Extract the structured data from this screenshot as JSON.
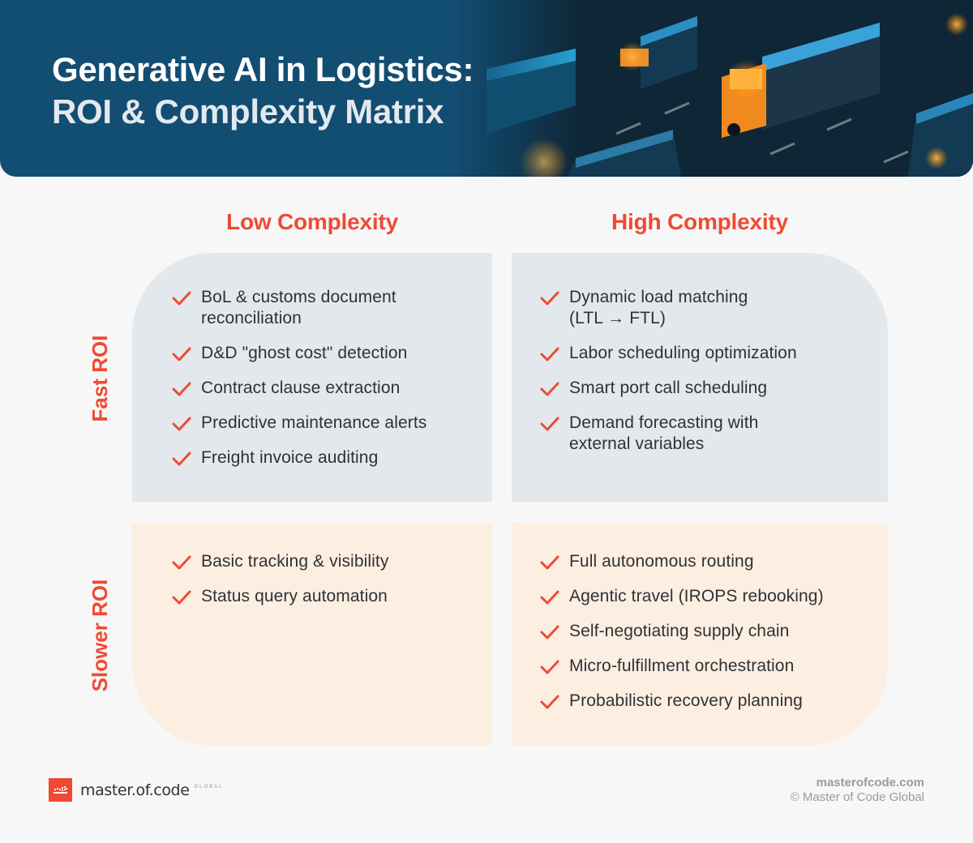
{
  "header": {
    "title_line1": "Generative AI in Logistics:",
    "title_line2": "ROI & Complexity Matrix",
    "background_image": "trucks-on-highway-illustration"
  },
  "columns": {
    "low": "Low Complexity",
    "high": "High Complexity"
  },
  "rows": {
    "fast": "Fast ROI",
    "slow": "Slower ROI"
  },
  "quadrants": {
    "fast_low": {
      "items": [
        "BoL & customs document reconciliation",
        "D&D \"ghost cost\" detection",
        "Contract clause extraction",
        "Predictive maintenance alerts",
        "Freight invoice auditing"
      ]
    },
    "fast_high": {
      "items": [
        "Dynamic load matching (LTL → FTL)",
        "Labor scheduling optimization",
        "Smart port call scheduling",
        "Demand forecasting with external variables"
      ]
    },
    "slow_low": {
      "items": [
        "Basic tracking & visibility",
        "Status query automation"
      ]
    },
    "slow_high": {
      "items": [
        "Full autonomous routing",
        "Agentic travel (IROPS rebooking)",
        "Self-negotiating supply chain",
        "Micro-fulfillment orchestration",
        "Probabilistic recovery planning"
      ]
    }
  },
  "footer": {
    "logo_text": "master.of.code",
    "logo_suffix": "GLOBAL",
    "site": "masterofcode.com",
    "copyright": "© Master of Code Global"
  },
  "colors": {
    "accent": "#ef4a33",
    "header_bg": "#124d72",
    "fast_bg": "#e2e8ec",
    "slow_bg": "#fdeee2",
    "text": "#2f3234",
    "page_bg": "#f7f7f7"
  },
  "icons": {
    "list_bullet": "check-icon",
    "logo": "master-of-code-logo-icon"
  }
}
